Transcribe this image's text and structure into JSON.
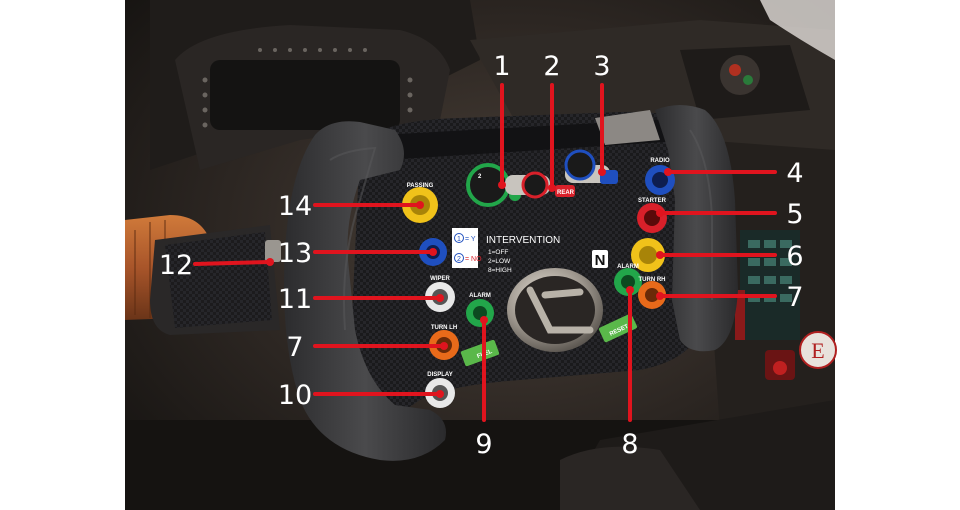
{
  "callouts": [
    {
      "id": "1",
      "label": "1"
    },
    {
      "id": "2",
      "label": "2"
    },
    {
      "id": "3",
      "label": "3"
    },
    {
      "id": "4",
      "label": "4"
    },
    {
      "id": "5",
      "label": "5"
    },
    {
      "id": "6",
      "label": "6"
    },
    {
      "id": "7a",
      "label": "7"
    },
    {
      "id": "8",
      "label": "8"
    },
    {
      "id": "9",
      "label": "9"
    },
    {
      "id": "10",
      "label": "10"
    },
    {
      "id": "7b",
      "label": "7"
    },
    {
      "id": "11",
      "label": "11"
    },
    {
      "id": "12",
      "label": "12"
    },
    {
      "id": "13",
      "label": "13"
    },
    {
      "id": "14",
      "label": "14"
    }
  ],
  "wheel_labels": {
    "passing": "PASSING",
    "radio": "RADIO",
    "starter": "STARTER",
    "wiper": "WIPER",
    "turn_lh": "TURN LH",
    "turn_rh": "TURN RH",
    "display": "DISPLAY",
    "alarm_left": "ALARM",
    "alarm_right": "ALARM",
    "neutral": "N",
    "fuel": "FUEL",
    "reset": "RESET",
    "rear": "REAR",
    "e_badge": "E"
  },
  "intervention": {
    "title": "INTERVENTION",
    "line1": "1=OFF",
    "line2": "2=LOW",
    "line3": "8=HIGH",
    "legend1_num": "1",
    "legend1_val": "= Y",
    "legend2_num": "2",
    "legend2_val": "= NO"
  },
  "colors": {
    "callout_line": "#e0141e",
    "callout_text": "#ffffff",
    "grip": "#3a3a3a",
    "carbon": "#1c1c1e",
    "green": "#22a64a",
    "blue": "#1f4fbf",
    "red": "#d8202a",
    "yellow": "#f0c21a",
    "orange": "#e86a1a"
  }
}
